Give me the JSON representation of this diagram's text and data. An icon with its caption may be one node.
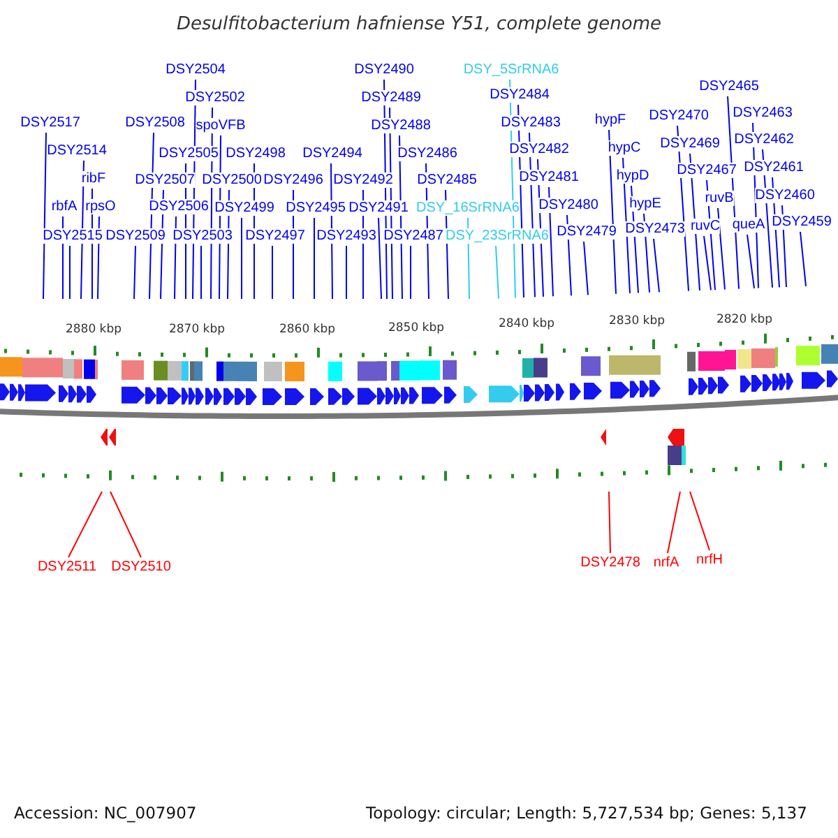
{
  "diagram": {
    "title": "Desulfitobacterium hafniense Y51, complete genome",
    "nodes": [
      {
        "text": [
          "DSY2517"
        ]
      },
      {
        "text": [
          "DSY2514"
        ]
      },
      {
        "text": [
          "ribF"
        ]
      },
      {
        "text": [
          "rbfA"
        ]
      },
      {
        "text": [
          "rpsO"
        ]
      },
      {
        "text": [
          "DSY2515"
        ]
      },
      {
        "text": [
          "DSY2508"
        ]
      },
      {
        "text": [
          "DSY2504"
        ]
      },
      {
        "text": [
          "DSY2502"
        ]
      },
      {
        "text": [
          "spoVFB"
        ]
      },
      {
        "text": [
          "DSY2505"
        ]
      },
      {
        "text": [
          "DSY2498"
        ]
      },
      {
        "text": [
          "DSY2507"
        ]
      },
      {
        "text": [
          "DSY2500"
        ]
      },
      {
        "text": [
          "DSY2506"
        ]
      },
      {
        "text": [
          "DSY2499"
        ]
      },
      {
        "text": [
          "DSY2509"
        ]
      },
      {
        "text": [
          "DSY2503"
        ]
      },
      {
        "text": [
          "DSY2497"
        ]
      },
      {
        "text": [
          "DSY2494"
        ]
      },
      {
        "text": [
          "DSY2496"
        ]
      },
      {
        "text": [
          "DSY2495"
        ]
      },
      {
        "text": [
          "DSY2493"
        ]
      },
      {
        "text": [
          "DSY2490"
        ]
      },
      {
        "text": [
          "DSY2489"
        ]
      },
      {
        "text": [
          "DSY2488"
        ]
      },
      {
        "text": [
          "DSY2486"
        ]
      },
      {
        "text": [
          "DSY2492"
        ]
      },
      {
        "text": [
          "DSY2485"
        ]
      },
      {
        "text": [
          "DSY2491"
        ]
      },
      {
        "text": [
          "DSY_16SrRNA6"
        ]
      },
      {
        "text": [
          "DSY2487"
        ]
      },
      {
        "text": [
          "DSY_23SrRNA6"
        ]
      },
      {
        "text": [
          "DSY_5SrRNA6"
        ]
      },
      {
        "text": [
          "DSY2484"
        ]
      },
      {
        "text": [
          "DSY2483"
        ]
      },
      {
        "text": [
          "DSY2482"
        ]
      },
      {
        "text": [
          "DSY2481"
        ]
      },
      {
        "text": [
          "DSY2480"
        ]
      },
      {
        "text": [
          "DSY2479"
        ]
      },
      {
        "text": [
          "hypF"
        ]
      },
      {
        "text": [
          "hypC"
        ]
      },
      {
        "text": [
          "hypD"
        ]
      },
      {
        "text": [
          "hypE"
        ]
      },
      {
        "text": [
          "DSY2473"
        ]
      },
      {
        "text": [
          "DSY2470"
        ]
      },
      {
        "text": [
          "DSY2469"
        ]
      },
      {
        "text": [
          "DSY2467"
        ]
      },
      {
        "text": [
          "ruvB"
        ]
      },
      {
        "text": [
          "ruvC"
        ]
      },
      {
        "text": [
          "DSY2465"
        ]
      },
      {
        "text": [
          "DSY2463"
        ]
      },
      {
        "text": [
          "DSY2462"
        ]
      },
      {
        "text": [
          "DSY2461"
        ]
      },
      {
        "text": [
          "DSY2460"
        ]
      },
      {
        "text": [
          "queA"
        ]
      },
      {
        "text": [
          "DSY2459"
        ]
      },
      {
        "text": [
          "DSY2511"
        ]
      },
      {
        "text": [
          "DSY2510"
        ]
      },
      {
        "text": [
          "DSY2478"
        ]
      },
      {
        "text": [
          "nrfA"
        ]
      },
      {
        "text": [
          "nrfH"
        ]
      }
    ],
    "edges": [
      {
        "from": 0,
        "to": null,
        "arrow": "none"
      },
      {
        "from": 1,
        "to": null,
        "arrow": "none"
      },
      {
        "from": 2,
        "to": null,
        "arrow": "none"
      },
      {
        "from": 3,
        "to": null,
        "arrow": "none"
      },
      {
        "from": 4,
        "to": null,
        "arrow": "none"
      },
      {
        "from": 5,
        "to": null,
        "arrow": "none"
      },
      {
        "from": 6,
        "to": null,
        "arrow": "none"
      },
      {
        "from": 7,
        "to": null,
        "arrow": "none"
      },
      {
        "from": 8,
        "to": null,
        "arrow": "none"
      },
      {
        "from": 9,
        "to": null,
        "arrow": "none"
      },
      {
        "from": 10,
        "to": null,
        "arrow": "none"
      },
      {
        "from": 11,
        "to": null,
        "arrow": "none"
      },
      {
        "from": 12,
        "to": null,
        "arrow": "none"
      },
      {
        "from": 13,
        "to": null,
        "arrow": "none"
      },
      {
        "from": 14,
        "to": null,
        "arrow": "none"
      },
      {
        "from": 15,
        "to": null,
        "arrow": "none"
      },
      {
        "from": 16,
        "to": null,
        "arrow": "none"
      },
      {
        "from": 17,
        "to": null,
        "arrow": "none"
      },
      {
        "from": 18,
        "to": null,
        "arrow": "none"
      },
      {
        "from": 19,
        "to": null,
        "arrow": "none"
      },
      {
        "from": 20,
        "to": null,
        "arrow": "none"
      },
      {
        "from": 21,
        "to": null,
        "arrow": "none"
      },
      {
        "from": 22,
        "to": null,
        "arrow": "none"
      },
      {
        "from": 23,
        "to": null,
        "arrow": "none"
      },
      {
        "from": 24,
        "to": null,
        "arrow": "none"
      },
      {
        "from": 25,
        "to": null,
        "arrow": "none"
      },
      {
        "from": 26,
        "to": null,
        "arrow": "none"
      },
      {
        "from": 27,
        "to": null,
        "arrow": "none"
      },
      {
        "from": 28,
        "to": null,
        "arrow": "none"
      },
      {
        "from": 29,
        "to": null,
        "arrow": "none"
      },
      {
        "from": 30,
        "to": null,
        "arrow": "none",
        "color": "#33ccee"
      },
      {
        "from": 31,
        "to": null,
        "arrow": "none"
      },
      {
        "from": 32,
        "to": null,
        "arrow": "none",
        "color": "#33ccee"
      },
      {
        "from": 33,
        "to": null,
        "arrow": "none",
        "color": "#33ccee"
      },
      {
        "from": 34,
        "to": null,
        "arrow": "none"
      },
      {
        "from": 35,
        "to": null,
        "arrow": "none"
      },
      {
        "from": 36,
        "to": null,
        "arrow": "none"
      },
      {
        "from": 37,
        "to": null,
        "arrow": "none"
      },
      {
        "from": 38,
        "to": null,
        "arrow": "none"
      },
      {
        "from": 39,
        "to": null,
        "arrow": "none"
      },
      {
        "from": 40,
        "to": null,
        "arrow": "none"
      },
      {
        "from": 41,
        "to": null,
        "arrow": "none"
      },
      {
        "from": 42,
        "to": null,
        "arrow": "none"
      },
      {
        "from": 43,
        "to": null,
        "arrow": "none"
      },
      {
        "from": 44,
        "to": null,
        "arrow": "none"
      },
      {
        "from": 45,
        "to": null,
        "arrow": "none"
      },
      {
        "from": 46,
        "to": null,
        "arrow": "none"
      },
      {
        "from": 47,
        "to": null,
        "arrow": "none"
      },
      {
        "from": 48,
        "to": null,
        "arrow": "none"
      },
      {
        "from": 49,
        "to": null,
        "arrow": "none"
      },
      {
        "from": 50,
        "to": null,
        "arrow": "none"
      },
      {
        "from": 51,
        "to": null,
        "arrow": "none"
      },
      {
        "from": 52,
        "to": null,
        "arrow": "none"
      },
      {
        "from": 53,
        "to": null,
        "arrow": "none"
      },
      {
        "from": 54,
        "to": null,
        "arrow": "none"
      },
      {
        "from": 55,
        "to": null,
        "arrow": "none"
      },
      {
        "from": 56,
        "to": null,
        "arrow": "none"
      },
      {
        "from": 57,
        "to": null,
        "arrow": "none",
        "color": "#ff0000"
      },
      {
        "from": 58,
        "to": null,
        "arrow": "none",
        "color": "#ff0000"
      },
      {
        "from": 59,
        "to": null,
        "arrow": "none",
        "color": "#ff0000"
      },
      {
        "from": 60,
        "to": null,
        "arrow": "none",
        "color": "#ff0000"
      },
      {
        "from": 61,
        "to": null,
        "arrow": "none",
        "color": "#ff0000"
      }
    ],
    "labels": [
      "2880 kbp",
      "2870 kbp",
      "2860 kbp",
      "2850 kbp",
      "2840 kbp",
      "2830 kbp",
      "2820 kbp",
      "Accession: NC_007907",
      "Topology: circular; Length: 5,727,534 bp; Genes: 5,137"
    ]
  }
}
